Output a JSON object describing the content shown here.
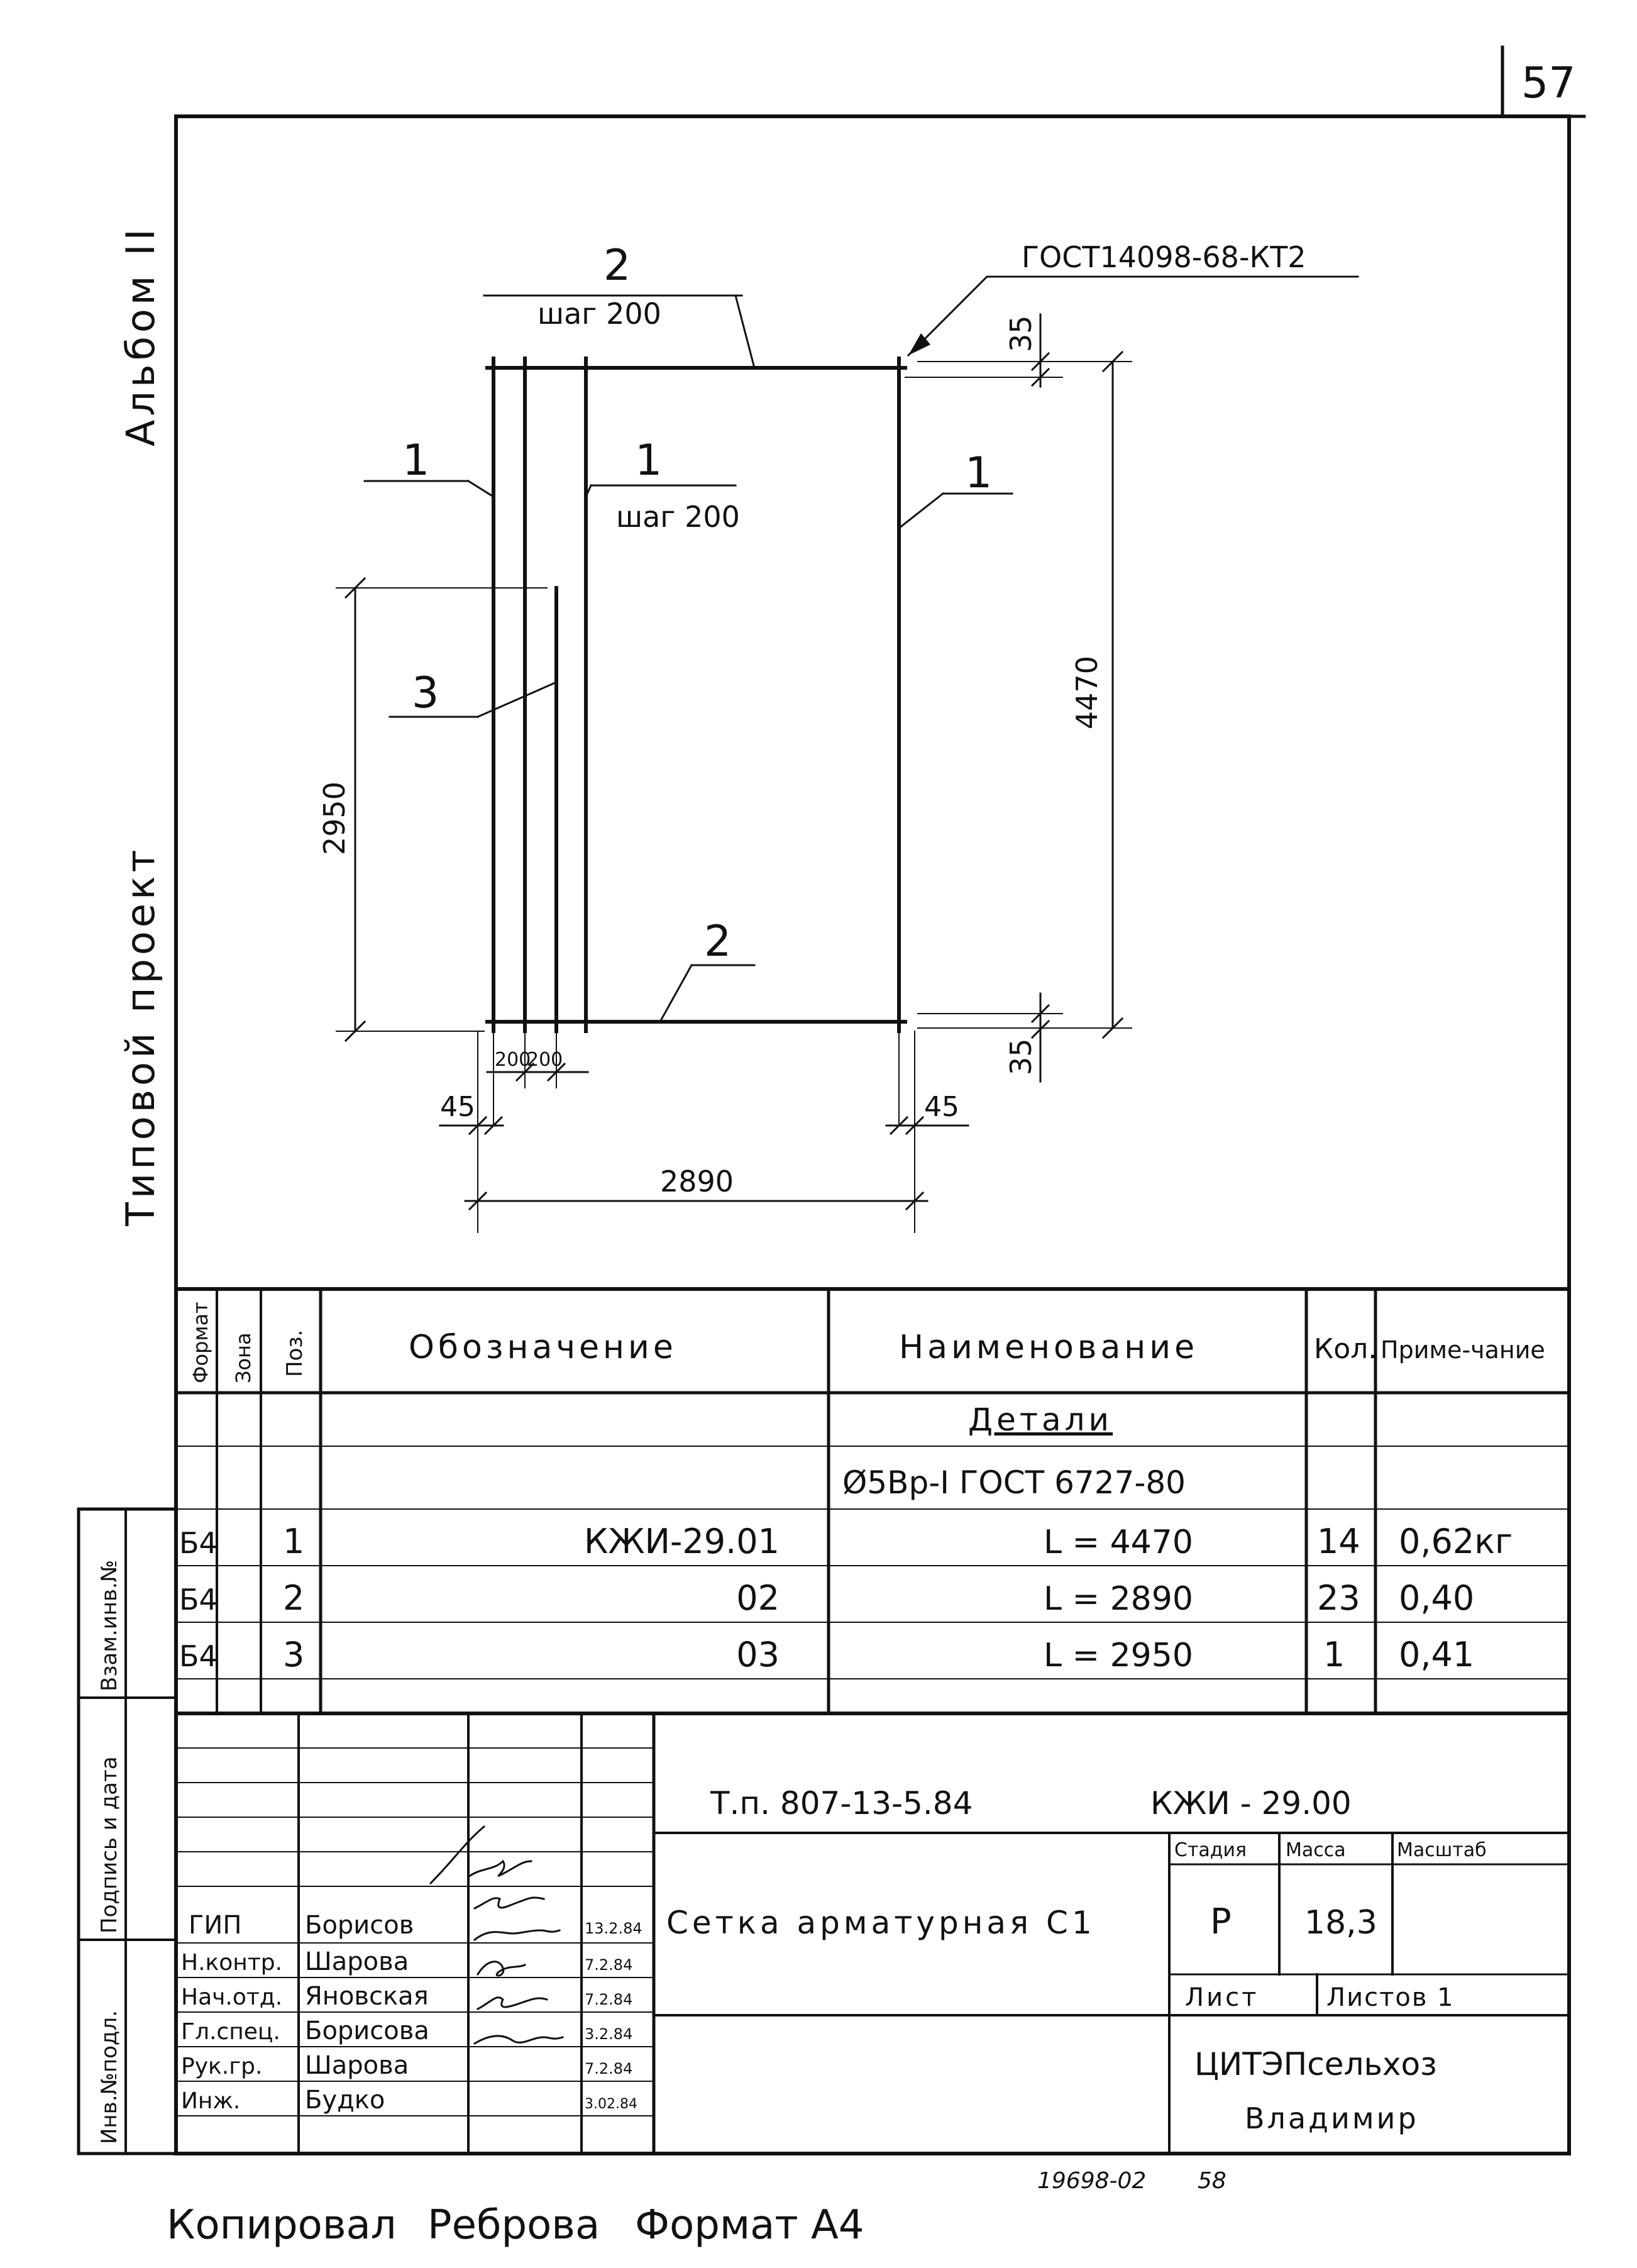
{
  "sheet_number": "57",
  "margin": {
    "album": "Альбом II",
    "project": "Типовой проект"
  },
  "drawing": {
    "gost_mark": "ГОСТ14098-68-КТ2",
    "pos2_top": "2",
    "step_top": "шаг 200",
    "pos1_left": "1",
    "pos1_mid": "1",
    "step_mid": "шаг 200",
    "pos1_right": "1",
    "pos3": "3",
    "pos2_bottom": "2",
    "dim_35_top": "35",
    "dim_4470": "4470",
    "dim_2950": "2950",
    "dim_35_bottom": "35",
    "dim_200_a": "200",
    "dim_200_b": "200",
    "dim_45_left": "45",
    "dim_45_right": "45",
    "dim_2890": "2890"
  },
  "spec": {
    "headers": {
      "format": "Формат",
      "zone": "Зона",
      "pos": "Поз.",
      "designation": "Обозначение",
      "name": "Наименование",
      "qty": "Кол.",
      "note": "Приме-чание"
    },
    "section": "Детали",
    "material": "Ø5Вр-I ГОСТ 6727-80",
    "rows": [
      {
        "format": "Б4",
        "pos": "1",
        "designation": "КЖИ-29.01",
        "name": "L = 4470",
        "qty": "14",
        "note": "0,62кг"
      },
      {
        "format": "Б4",
        "pos": "2",
        "designation": "02",
        "name": "L = 2890",
        "qty": "23",
        "note": "0,40"
      },
      {
        "format": "Б4",
        "pos": "3",
        "designation": "03",
        "name": "L = 2950",
        "qty": "1",
        "note": "0,41"
      }
    ]
  },
  "side_stamp": {
    "vzam": "Взам.инв.№",
    "podpis": "Подпись и дата",
    "inv": "Инв.№подл."
  },
  "title_block": {
    "code": "Т.п. 807-13-5.84",
    "doc": "КЖИ - 29.00",
    "title": "Сетка арматурная С1",
    "stage_label": "Стадия",
    "mass_label": "Масса",
    "scale_label": "Масштаб",
    "stage": "Р",
    "mass": "18,3",
    "sheet_label": "Лист",
    "sheets_label": "Листов 1",
    "org_line1": "ЦИТЭПсельхоз",
    "org_line2": "Владимир",
    "people": [
      {
        "role": "ГИП",
        "name": "Борисов",
        "date": "13.2.84"
      },
      {
        "role": "Н.контр.",
        "name": "Шарова",
        "date": "7.2.84"
      },
      {
        "role": "Нач.отд.",
        "name": "Яновская",
        "date": "7.2.84"
      },
      {
        "role": "Гл.спец.",
        "name": "Борисова",
        "date": "3.2.84"
      },
      {
        "role": "Рук.гр.",
        "name": "Шарова",
        "date": "7.2.84"
      },
      {
        "role": "Инж.",
        "name": "Будко",
        "date": "3.02.84"
      }
    ]
  },
  "footer": {
    "copied": "Копировал",
    "copier": "Реброва",
    "format": "Формат А4",
    "archive": "19698-02",
    "page": "58"
  }
}
